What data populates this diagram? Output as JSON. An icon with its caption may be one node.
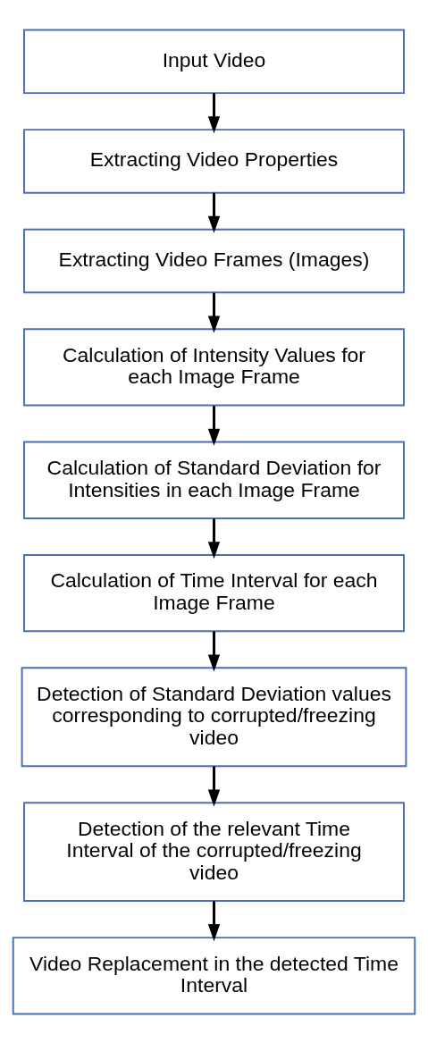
{
  "diagram": {
    "nodes": [
      {
        "text": [
          "Input Video"
        ]
      },
      {
        "text": [
          "Extracting Video Properties"
        ]
      },
      {
        "text": [
          "Extracting Video Frames (Images)"
        ]
      },
      {
        "text": [
          "Calculation of Intensity Values for each Image Frame"
        ]
      },
      {
        "text": [
          "Calculation of Standard Deviation for Intensities in each Image Frame"
        ]
      },
      {
        "text": [
          "Calculation of Time Interval for each Image Frame"
        ]
      },
      {
        "text": [
          "Detection of Standard Deviation values corresponding to corrupted/freezing video"
        ]
      },
      {
        "text": [
          "Detection of the relevant Time Interval of the corrupted/freezing video"
        ]
      },
      {
        "text": [
          "Video Replacement in the detected Time Interval"
        ]
      }
    ],
    "edges": [
      {
        "from": 0,
        "to": 1,
        "arrow": "to"
      },
      {
        "from": 1,
        "to": 2,
        "arrow": "to"
      },
      {
        "from": 2,
        "to": 3,
        "arrow": "to"
      },
      {
        "from": 3,
        "to": 4,
        "arrow": "to"
      },
      {
        "from": 4,
        "to": 5,
        "arrow": "to"
      },
      {
        "from": 5,
        "to": 6,
        "arrow": "to"
      },
      {
        "from": 6,
        "to": 7,
        "arrow": "to"
      },
      {
        "from": 7,
        "to": 8,
        "arrow": "to"
      }
    ]
  }
}
